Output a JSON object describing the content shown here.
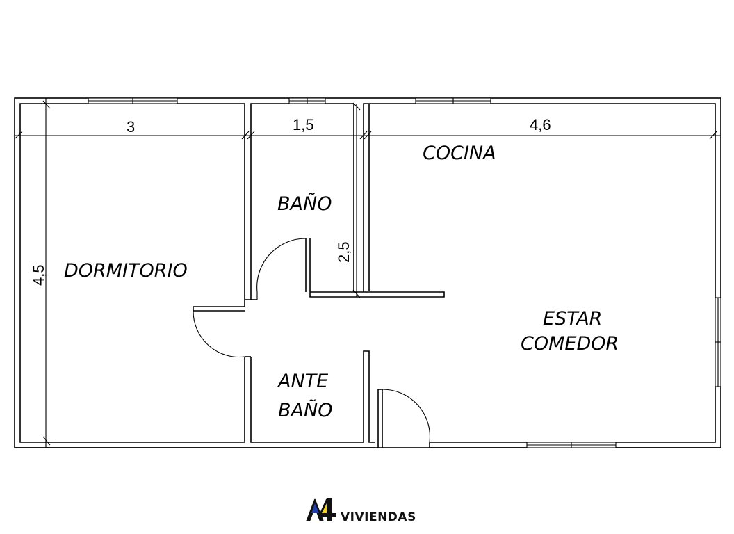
{
  "rooms": {
    "dormitorio": "DORMITORIO",
    "bano": "BAÑO",
    "cocina": "COCINA",
    "estar_line1": "ESTAR",
    "estar_line2": "COMEDOR",
    "ante_line1": "ANTE",
    "ante_line2": "BAÑO"
  },
  "dimensions": {
    "dormitorio_width": "3",
    "bano_width": "1,5",
    "estar_width": "4,6",
    "total_depth": "4,5",
    "bano_depth": "2,5"
  },
  "brand": {
    "logo_mark": "A4",
    "name": "VIVIENDAS",
    "colors": {
      "blue": "#1f3fb0",
      "yellow": "#f5d50a",
      "black": "#111111"
    }
  }
}
